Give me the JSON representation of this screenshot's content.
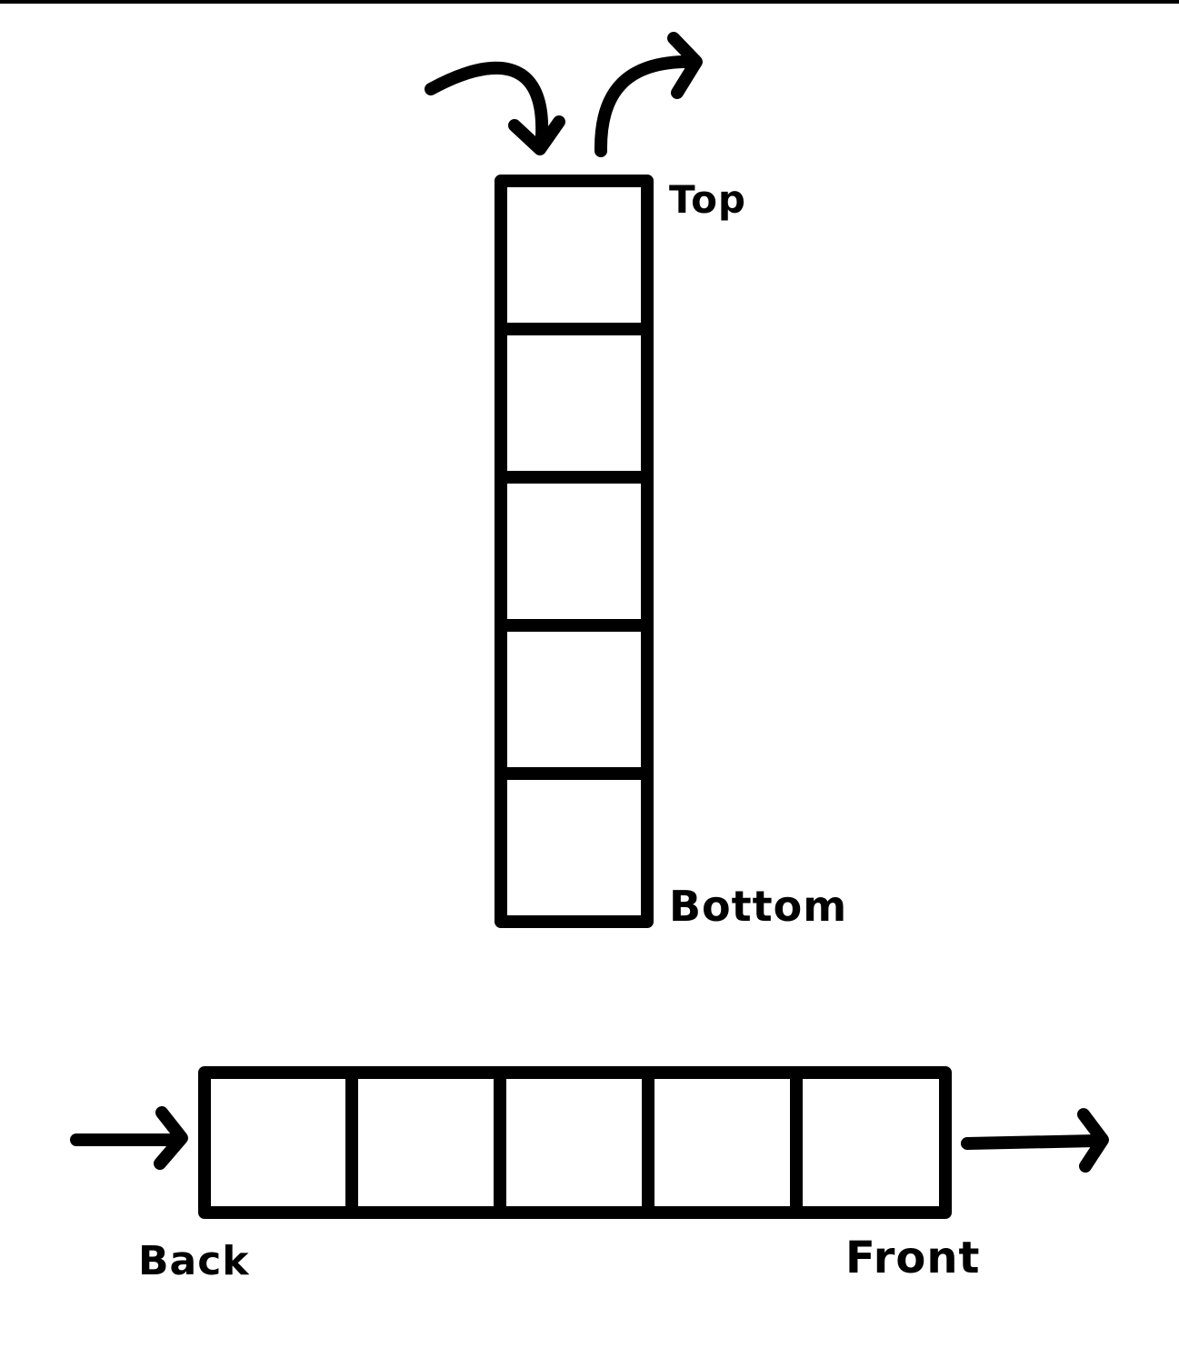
{
  "stack": {
    "cell_count": 5,
    "top_label": "Top",
    "bottom_label": "Bottom"
  },
  "queue": {
    "cell_count": 5,
    "back_label": "Back",
    "front_label": "Front"
  },
  "colors": {
    "stroke": "#000000",
    "background": "#ffffff"
  }
}
